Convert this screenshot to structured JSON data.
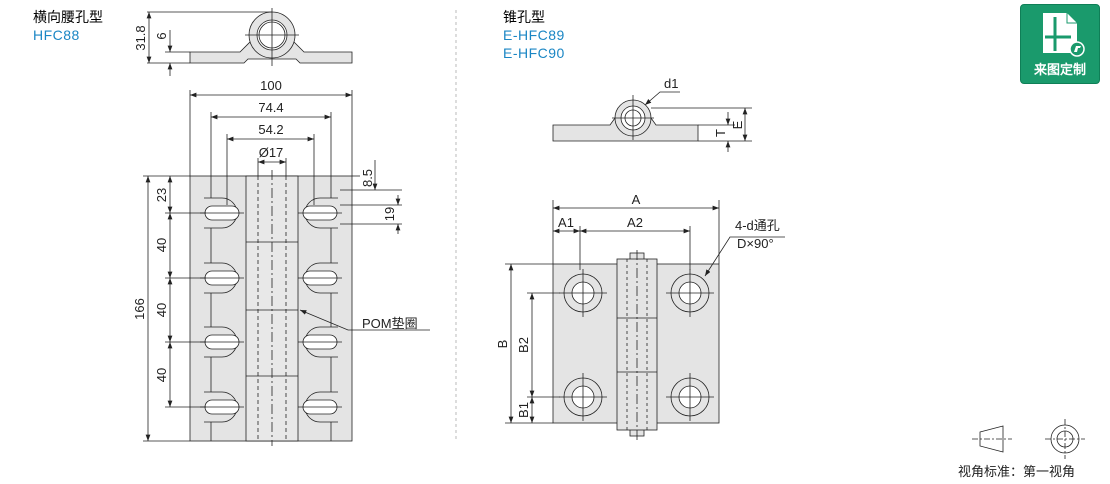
{
  "left": {
    "type_name": "横向腰孔型",
    "model": "HFC88",
    "dims": {
      "height": "31.8",
      "plate": "6",
      "width": "100",
      "w2": "74.4",
      "w3": "54.2",
      "pin": "Ø17",
      "length": "166",
      "first": "23",
      "pitch1": "40",
      "pitch2": "40",
      "pitch3": "40",
      "slot_offset": "8.5",
      "slot_len": "19"
    },
    "callout": "POM垫圈"
  },
  "right": {
    "type_name": "锥孔型",
    "models": [
      "E-HFC89",
      "E-HFC90"
    ],
    "dims": {
      "d1": "d1",
      "T": "T",
      "E": "E",
      "A": "A",
      "A1": "A1",
      "A2": "A2",
      "B": "B",
      "B1": "B1",
      "B2": "B2"
    },
    "hole_note_1": "4-d通孔",
    "hole_note_2": "D×90°"
  },
  "badge": {
    "label": "来图定制",
    "color": "#1a9a6c"
  },
  "projection": {
    "label": "视角标准：第一视角"
  }
}
